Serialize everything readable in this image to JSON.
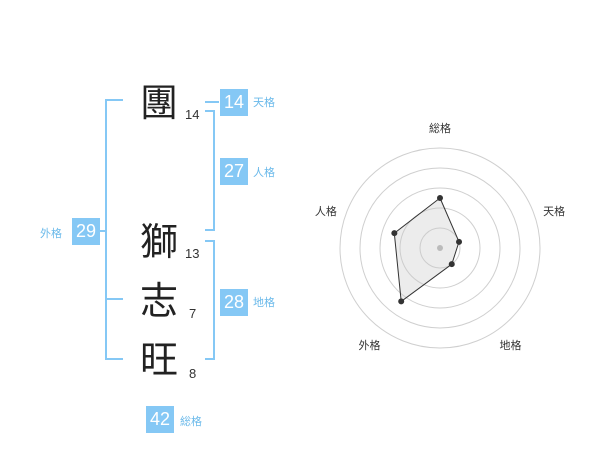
{
  "name": {
    "characters": [
      {
        "char": "團",
        "strokes": "14"
      },
      {
        "char": "獅",
        "strokes": "13"
      },
      {
        "char": "志",
        "strokes": "7"
      },
      {
        "char": "旺",
        "strokes": "8"
      }
    ]
  },
  "kakusu": {
    "tenkaku": {
      "value": "14",
      "label": "天格"
    },
    "jinkaku": {
      "value": "27",
      "label": "人格"
    },
    "chikaku": {
      "value": "28",
      "label": "地格"
    },
    "gaikaku": {
      "value": "29",
      "label": "外格"
    },
    "soukaku": {
      "value": "42",
      "label": "総格"
    }
  },
  "colors": {
    "accent": "#85c8f5",
    "label": "#6ab9ea",
    "text": "#222222"
  },
  "chart_data": {
    "type": "radar",
    "axes": [
      "総格",
      "天格",
      "地格",
      "外格",
      "人格"
    ],
    "values": [
      2.5,
      1.0,
      1.0,
      3.3,
      2.4
    ],
    "rmax": 5,
    "rings": 5,
    "center_point": true
  }
}
